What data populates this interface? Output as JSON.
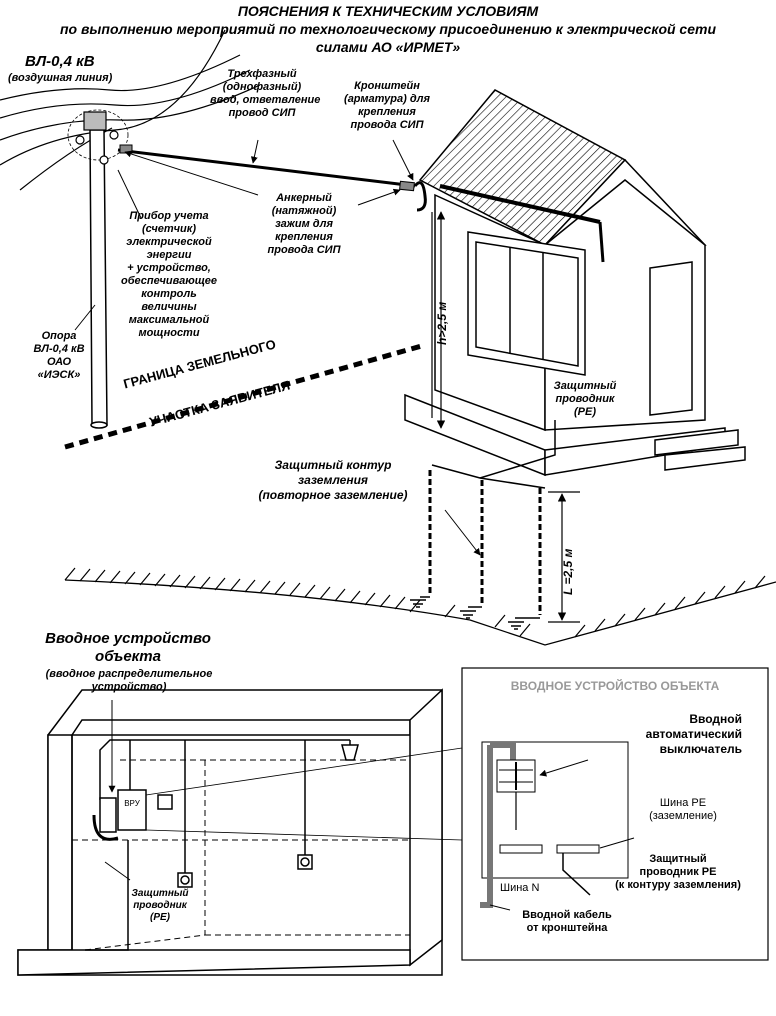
{
  "header": {
    "line1": "ПОЯСНЕНИЯ К ТЕХНИЧЕСКИМ УСЛОВИЯМ",
    "line2": "по выполнению мероприятий по технологическому присоединению к электрической сети",
    "line3": "силами АО «ИРМЕТ»"
  },
  "top": {
    "vl_title": "ВЛ-0,4 кВ",
    "vl_sub": "(воздушная линия)",
    "input_l1": "Трехфазный",
    "input_l2": "(однофазный)",
    "input_l3": "ввод, ответвление",
    "input_l4": "провод СИП",
    "bracket_l1": "Кронштейн",
    "bracket_l2": "(арматура) для",
    "bracket_l3": "крепления",
    "bracket_l4": "провода СИП",
    "anchor_l1": "Анкерный",
    "anchor_l2": "(натяжной)",
    "anchor_l3": "зажим  для",
    "anchor_l4": "крепления",
    "anchor_l5": "провода СИП",
    "meter_l1": "Прибор учета",
    "meter_l2": "(счетчик)",
    "meter_l3": "электрической",
    "meter_l4": "энергии",
    "meter_l5": "+ устройство,",
    "meter_l6": "обеспечивающее",
    "meter_l7": "контроль",
    "meter_l8": "величины",
    "meter_l9": "максимальной",
    "meter_l10": "мощности",
    "pole_l1": "Опора",
    "pole_l2": "ВЛ-0,4 кВ",
    "pole_l3": "ОАО",
    "pole_l4": "«ИЭСК»",
    "border_l1": "ГРАНИЦА ЗЕМЕЛЬНОГО",
    "border_l2": "УЧАСТКА ЗАЯВИТЕЛЯ",
    "height": "h>2,5 м",
    "pe_l1": "Защитный",
    "pe_l2": "проводник",
    "pe_l3": "(PE)",
    "ground_l1": "Защитный контур",
    "ground_l2": "заземления",
    "ground_l3": "(повторное заземление)",
    "length": "L =2,5 м"
  },
  "bottom": {
    "title_l1": "Вводное устройство",
    "title_l2": "объекта",
    "sub_l1": "(вводное распределительное",
    "sub_l2": "устройство)",
    "vru": "ВРУ",
    "pe_l1": "Защитный",
    "pe_l2": "проводник",
    "pe_l3": "(PE)"
  },
  "inset": {
    "title": "ВВОДНОЕ УСТРОЙСТВО ОБЪЕКТА",
    "breaker_l1": "Вводной",
    "breaker_l2": "автоматический",
    "breaker_l3": "выключатель",
    "pe_bus_l1": "Шина PE",
    "pe_bus_l2": "(заземление)",
    "pe_cond_l1": "Защитный",
    "pe_cond_l2": "проводник  PE",
    "pe_cond_l3": "(к контуру заземления)",
    "n_bus": "Шина N",
    "cable_l1": "Вводной кабель",
    "cable_l2": "от кронштейна"
  }
}
